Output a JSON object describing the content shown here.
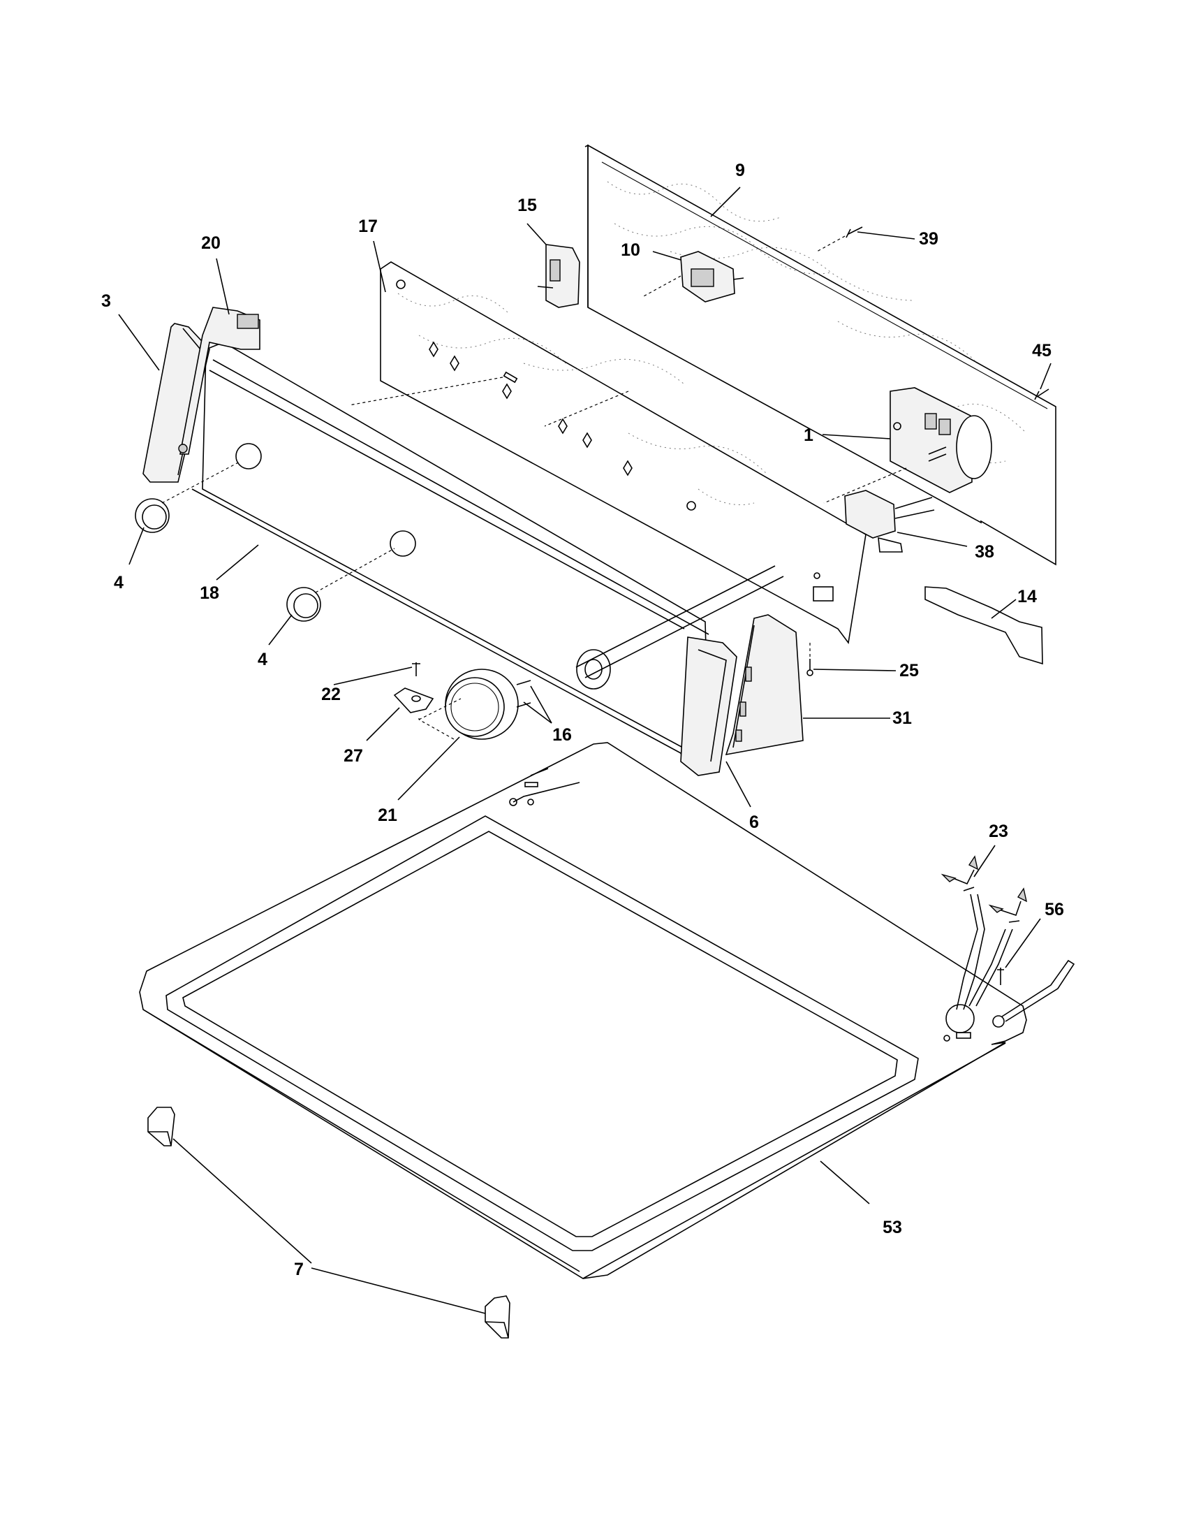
{
  "callouts": {
    "c1": "1",
    "c3": "3",
    "c4a": "4",
    "c4b": "4",
    "c6": "6",
    "c7": "7",
    "c9": "9",
    "c10": "10",
    "c14": "14",
    "c15": "15",
    "c16": "16",
    "c17": "17",
    "c18": "18",
    "c20": "20",
    "c21": "21",
    "c22": "22",
    "c23": "23",
    "c25": "25",
    "c27": "27",
    "c31": "31",
    "c38": "38",
    "c39": "39",
    "c45": "45",
    "c53": "53",
    "c56": "56"
  }
}
